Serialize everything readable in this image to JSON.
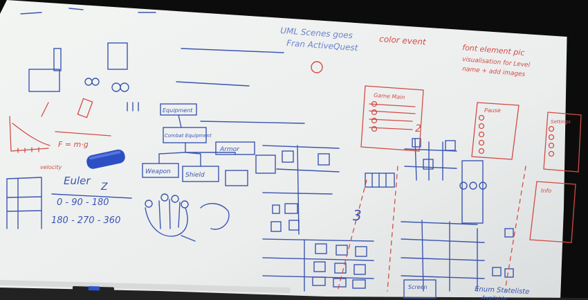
{
  "scene": {
    "subject": "whiteboard",
    "colors": {
      "board": "#eef0ee",
      "board_shadow": "#c9cdcc",
      "blue_ink": "#3a55b0",
      "red_ink": "#d24b45",
      "eraser": "#2c4fc4",
      "frame": "#0c0c0c"
    }
  },
  "board_text": {
    "top_blue": "UML Scenes goes",
    "top_blue_2": "Fran ActiveQuest",
    "color_event": "color event",
    "font_note": "font element pic",
    "font_note_2": "visualisation for Level",
    "font_note_3": "name + add images",
    "red_gravity": "F = m·g",
    "red_velocity": "velocity",
    "euler_label": "Euler",
    "euler_z": "Z",
    "euler_row1": "0 - 90 - 180",
    "euler_row2": "180 - 270 - 360",
    "tree_root": "Equipment",
    "tree_child": "Combat Equipment",
    "tree_armor": "Armor",
    "tree_weapon": "Weapon",
    "tree_shield": "Shield",
    "game_main_menu": "Game Main",
    "game_pause": "Pause",
    "game_settings": "Settings",
    "game_info": "Info",
    "bottom_note": "Enum Stateliste",
    "bottom_note_2": "Available",
    "bottom_screen": "Screen",
    "number_three": "3",
    "number_two": "2"
  }
}
